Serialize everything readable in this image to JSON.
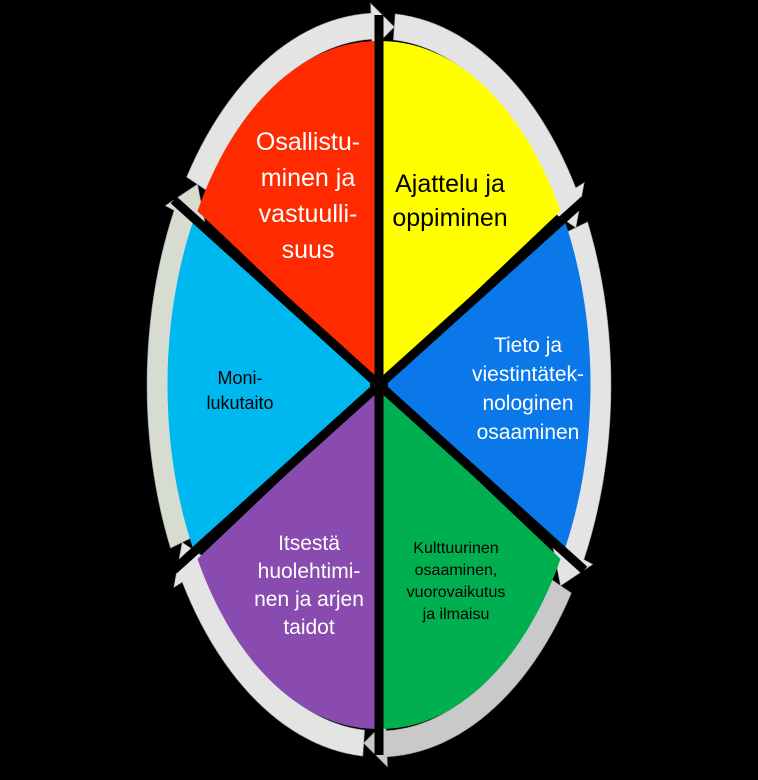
{
  "diagram": {
    "background": "#000000",
    "ring_colors": {
      "light": "#e4e4e4",
      "mid": "#c9c9c9",
      "pale_green": "#d6dcd0"
    },
    "segments": [
      {
        "id": "participation",
        "lines": [
          "Osallistu-",
          "minen ja",
          "vastuulli-",
          "suus"
        ],
        "color": "#ff2a00",
        "text_color": "#ffffff"
      },
      {
        "id": "thinking",
        "lines": [
          "Ajattelu ja",
          "oppiminen"
        ],
        "color": "#ffff00",
        "text_color": "#000000"
      },
      {
        "id": "ict",
        "lines": [
          "Tieto ja",
          "viestintätek-",
          "nologinen",
          "osaaminen"
        ],
        "color": "#0a78e8",
        "text_color": "#ffffff"
      },
      {
        "id": "culture",
        "lines": [
          "Kulttuurinen",
          "osaaminen,",
          "vuorovaikutus",
          "ja ilmaisu"
        ],
        "color": "#00b050",
        "text_color": "#000000"
      },
      {
        "id": "selfcare",
        "lines": [
          "Itsestä",
          "huolehtimi-",
          "nen ja arjen",
          "taidot"
        ],
        "color": "#8a4bb0",
        "text_color": "#ffffff"
      },
      {
        "id": "multiliteracy",
        "lines": [
          "Moni-",
          "lukutaito"
        ],
        "color": "#00b8f0",
        "text_color": "#000000"
      }
    ]
  }
}
